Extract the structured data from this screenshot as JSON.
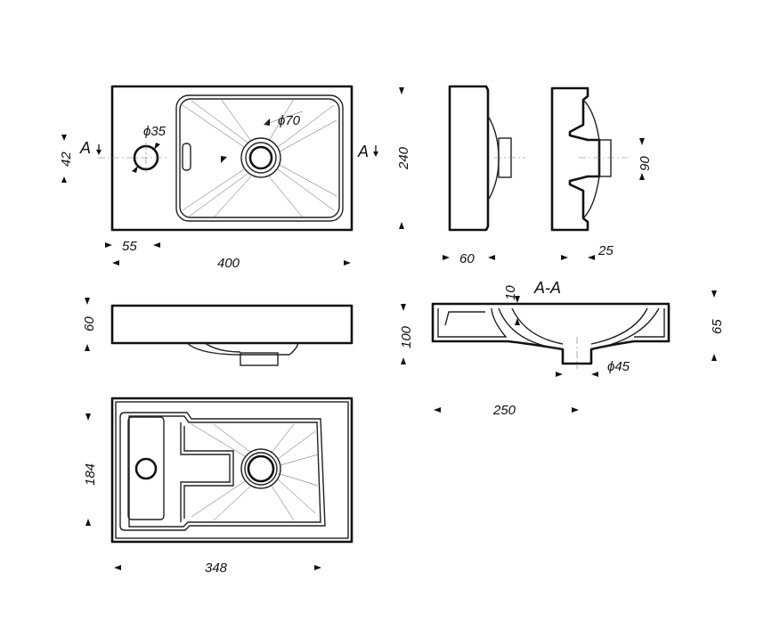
{
  "dims": {
    "top_left_offset": "55",
    "top_width": "400",
    "top_height": "240",
    "top_hole_offset": "42",
    "tap_hole": "ϕ35",
    "drain_hole": "ϕ70",
    "side_depth": "60",
    "section_lip": "25",
    "section_drain_h": "90",
    "front_height": "60",
    "bottom_depth": "184",
    "bottom_width": "348",
    "aa_depth": "100",
    "aa_top": "10",
    "aa_height": "65",
    "aa_drain": "ϕ45",
    "aa_width": "250"
  },
  "labels": {
    "section_left": "A",
    "section_right": "A",
    "section_title": "A-A"
  }
}
